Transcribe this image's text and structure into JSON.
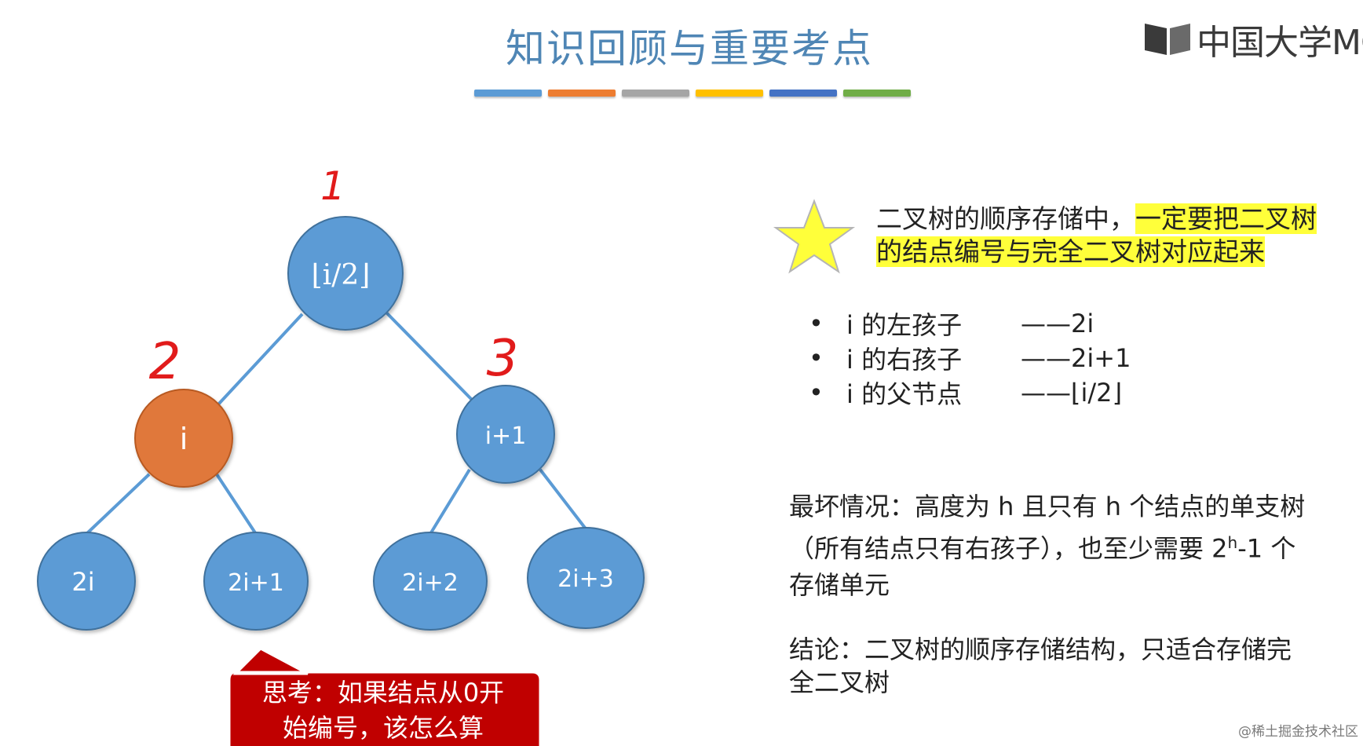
{
  "title": "知识回顾与重要考点",
  "color_bars": [
    "#5b9bd5",
    "#ed7d31",
    "#a5a5a5",
    "#ffc000",
    "#4472c4",
    "#70ad47"
  ],
  "logo": {
    "text": "中国大学MO",
    "icon": "mooc-book-icon"
  },
  "tree": {
    "nodes": [
      {
        "id": "root",
        "label": "⌊i/2⌋",
        "color": "#5b9bd5"
      },
      {
        "id": "i",
        "label": "i",
        "color": "#e0783a"
      },
      {
        "id": "i1",
        "label": "i+1",
        "color": "#5b9bd5"
      },
      {
        "id": "c1",
        "label": "2i",
        "color": "#5b9bd5"
      },
      {
        "id": "c2",
        "label": "2i+1",
        "color": "#5b9bd5"
      },
      {
        "id": "c3",
        "label": "2i+2",
        "color": "#5b9bd5"
      },
      {
        "id": "c4",
        "label": "2i+3",
        "color": "#5b9bd5"
      }
    ],
    "annotations": [
      "1",
      "2",
      "3"
    ],
    "annotation_color": "#e11b1b",
    "callout": {
      "text": "思考：如果结点从0开始编号，该怎么算",
      "color": "#c00000"
    }
  },
  "note": {
    "icon": "star-icon",
    "plain": "二叉树的顺序存储中，",
    "highlight": "一定要把二叉树的结点编号与完全二叉树对应起来"
  },
  "rules": [
    {
      "label": "i 的左孩子",
      "value": "——2i"
    },
    {
      "label": "i 的右孩子",
      "value": "——2i+1"
    },
    {
      "label": "i 的父节点",
      "value": "——⌊i/2⌋"
    }
  ],
  "worst_case": {
    "before": "最坏情况：高度为 h 且只有 h 个结点的单支树（所有结点只有右孩子），也至少需要 2",
    "sup": "h",
    "after": "-1 个存储单元"
  },
  "conclusion": "结论：二叉树的顺序存储结构，只适合存储完全二叉树",
  "watermark": "@稀土掘金技术社区"
}
